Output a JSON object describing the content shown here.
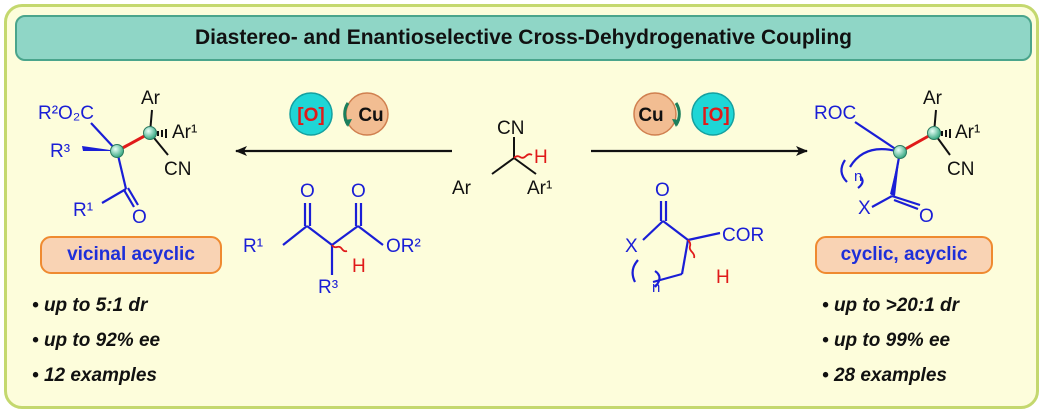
{
  "title": "Diastereo- and Enantioselective Cross-Dehydrogenative Coupling",
  "left_catalysts": {
    "oxidant": "[O]",
    "metal": "Cu"
  },
  "right_catalysts": {
    "metal": "Cu",
    "oxidant": "[O]"
  },
  "left_product": {
    "ester": "R²O₂C",
    "r3": "R³",
    "ar": "Ar",
    "ar1": "Ar¹",
    "cn": "CN",
    "r1": "R¹",
    "o": "O",
    "tag": "vicinal acyclic"
  },
  "left_stats": [
    "up to 5:1 dr",
    "up to 92% ee",
    "12 examples"
  ],
  "nitrile": {
    "cn": "CN",
    "h": "H",
    "ar": "Ar",
    "ar1": "Ar¹"
  },
  "ketoester": {
    "o1": "O",
    "o2": "O",
    "r1": "R¹",
    "or2": "OR²",
    "h": "H",
    "r3": "R³"
  },
  "cyclic_substrate": {
    "o": "O",
    "x": "X",
    "cor": "COR",
    "h": "H",
    "n": "n"
  },
  "right_product": {
    "roc": "ROC",
    "ar": "Ar",
    "ar1": "Ar¹",
    "cn": "CN",
    "n": "n",
    "x": "X",
    "o": "O",
    "tag": "cyclic, acyclic"
  },
  "right_stats": [
    "up to >20:1 dr",
    "up to 99% ee",
    "28 examples"
  ],
  "colors": {
    "blue": "#1a1ed6",
    "red": "#e01a1a",
    "cyan": "#1fd6d6",
    "copper": "#f2bd92",
    "title": "#8fd6c6",
    "tag": "#f9d3b4"
  }
}
